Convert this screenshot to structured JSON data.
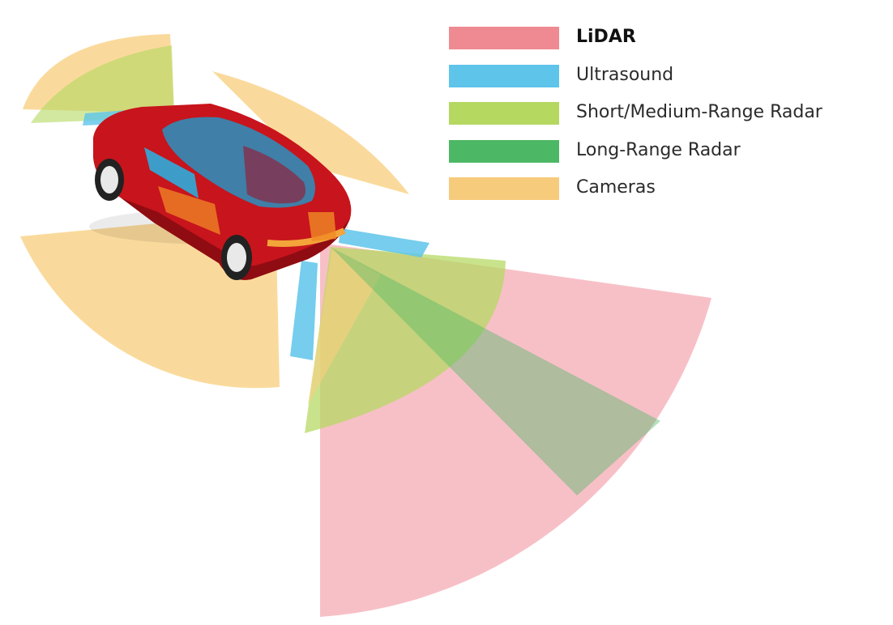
{
  "legend": {
    "items": [
      {
        "label": "LiDAR",
        "color": "#f08a92",
        "bold": true,
        "icon": "lidar-swatch"
      },
      {
        "label": "Ultrasound",
        "color": "#5ec4ea",
        "bold": false,
        "icon": "ultrasound-swatch"
      },
      {
        "label": "Short/Medium-Range Radar",
        "color": "#b4d860",
        "bold": false,
        "icon": "short-medium-radar-swatch"
      },
      {
        "label": "Long-Range Radar",
        "color": "#4cb865",
        "bold": false,
        "icon": "long-range-radar-swatch"
      },
      {
        "label": "Cameras",
        "color": "#f7cb7c",
        "bold": false,
        "icon": "cameras-swatch"
      }
    ]
  },
  "colors": {
    "lidar": "#f4a6af",
    "ultrasound": "#5ec4ea",
    "short_medium_radar": "#b4d860",
    "long_range_radar": "#4cb865",
    "cameras": "#f8cf80",
    "car_body": "#c8141c",
    "car_glass": "#3f7fa8"
  }
}
